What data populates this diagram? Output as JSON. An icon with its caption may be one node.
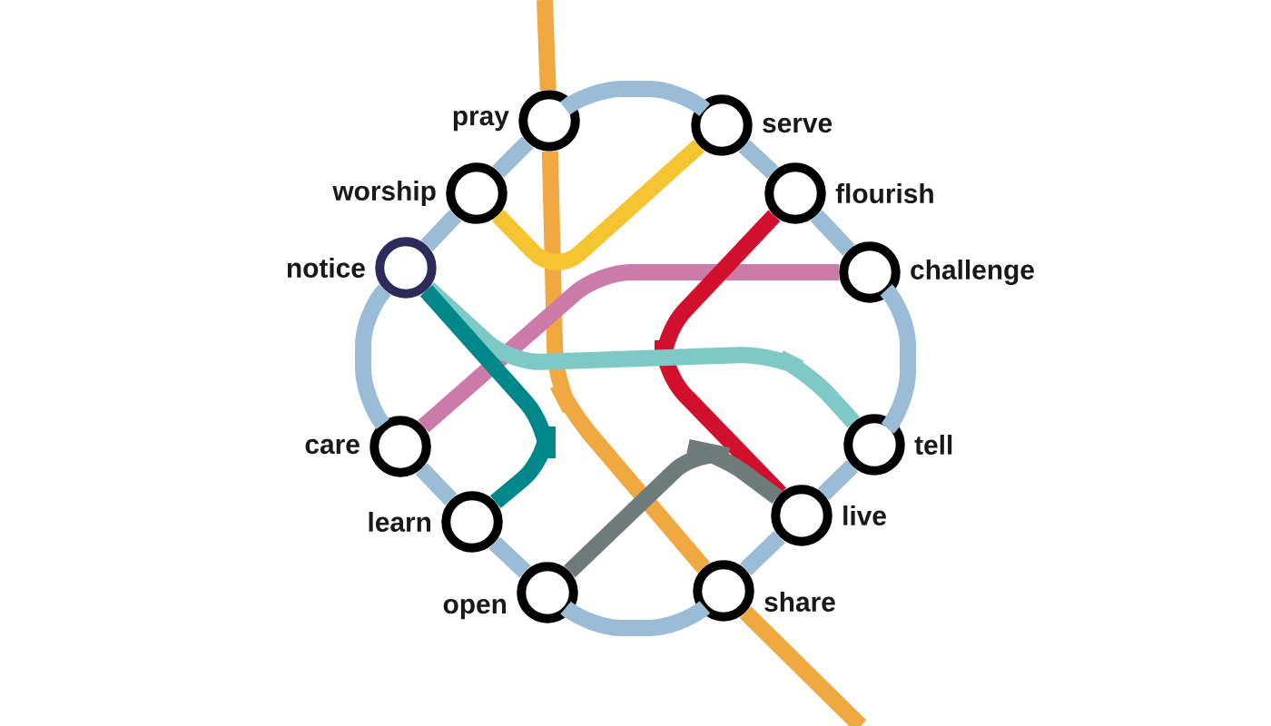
{
  "diagram": {
    "nodes": [
      {
        "text": [],
        "shape": "circle",
        "beside": [
          "pray"
        ]
      },
      {
        "text": [],
        "shape": "circle",
        "beside": [
          "serve"
        ]
      },
      {
        "text": [],
        "shape": "circle",
        "beside": [
          "worship"
        ]
      },
      {
        "text": [],
        "shape": "circle",
        "beside": [
          "flourish"
        ]
      },
      {
        "text": [],
        "shape": "circle",
        "beside": [
          "notice"
        ]
      },
      {
        "text": [],
        "shape": "circle",
        "beside": [
          "challenge"
        ]
      },
      {
        "text": [],
        "shape": "circle",
        "beside": [
          "care"
        ]
      },
      {
        "text": [],
        "shape": "circle",
        "beside": [
          "tell"
        ]
      },
      {
        "text": [],
        "shape": "circle",
        "beside": [
          "learn"
        ]
      },
      {
        "text": [],
        "shape": "circle",
        "beside": [
          "live"
        ]
      },
      {
        "text": [],
        "shape": "circle",
        "beside": [
          "open"
        ]
      },
      {
        "text": [],
        "shape": "circle",
        "beside": [
          "share"
        ]
      }
    ],
    "edges": [
      {
        "from": 0,
        "to": 1,
        "arrow": "none"
      },
      {
        "from": 1,
        "to": 3,
        "arrow": "none"
      },
      {
        "from": 3,
        "to": 5,
        "arrow": "none"
      },
      {
        "from": 5,
        "to": 7,
        "arrow": "none"
      },
      {
        "from": 7,
        "to": 9,
        "arrow": "none"
      },
      {
        "from": 9,
        "to": 11,
        "arrow": "none"
      },
      {
        "from": 11,
        "to": 10,
        "arrow": "none"
      },
      {
        "from": 10,
        "to": 8,
        "arrow": "none"
      },
      {
        "from": 8,
        "to": 6,
        "arrow": "none"
      },
      {
        "from": 6,
        "to": 4,
        "arrow": "none"
      },
      {
        "from": 4,
        "to": 2,
        "arrow": "none"
      },
      {
        "from": 2,
        "to": 0,
        "arrow": "none"
      },
      {
        "from": null,
        "to": 0,
        "arrow": "none",
        "color": "#f0a940"
      },
      {
        "from": 0,
        "to": 11,
        "arrow": "none",
        "color": "#f0a940"
      },
      {
        "from": 11,
        "to": null,
        "arrow": "none",
        "color": "#f0a940"
      },
      {
        "from": 2,
        "to": 1,
        "arrow": "none",
        "color": "#f5c431"
      },
      {
        "from": 6,
        "to": 5,
        "arrow": "none",
        "color": "#cc7aa8"
      },
      {
        "from": 3,
        "to": 9,
        "arrow": "none",
        "color": "#d0102d"
      },
      {
        "from": 4,
        "to": 7,
        "arrow": "none",
        "color": "#7ec8c5"
      },
      {
        "from": 4,
        "to": 8,
        "arrow": "none",
        "color": "#00878a"
      },
      {
        "from": 10,
        "to": 9,
        "arrow": "none",
        "color": "#6e7b7b"
      }
    ]
  }
}
